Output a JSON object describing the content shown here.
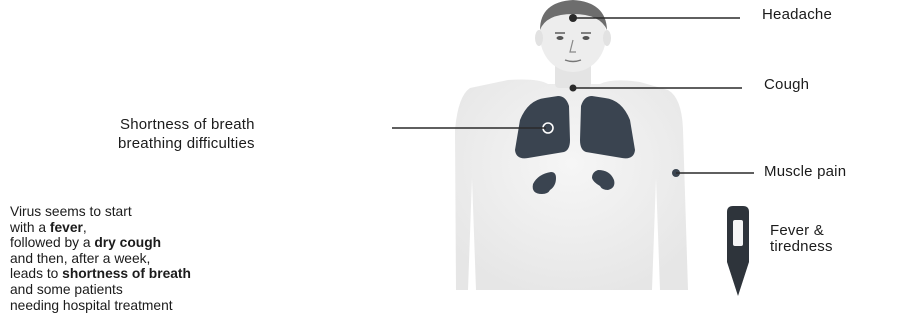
{
  "labels": {
    "headache": "Headache",
    "cough": "Cough",
    "muscle_pain": "Muscle pain",
    "fever_line1": "Fever &",
    "fever_line2": "tiredness",
    "breath_line1": "Shortness of breath",
    "breath_line2": "breathing difficulties"
  },
  "description": [
    [
      {
        "text": "Virus seems to start",
        "bold": false
      }
    ],
    [
      {
        "text": "with a ",
        "bold": false
      },
      {
        "text": "fever",
        "bold": true
      },
      {
        "text": ",",
        "bold": false
      }
    ],
    [
      {
        "text": "followed by a ",
        "bold": false
      },
      {
        "text": "dry cough",
        "bold": true
      }
    ],
    [
      {
        "text": "and then, after a week,",
        "bold": false
      }
    ],
    [
      {
        "text": "leads to ",
        "bold": false
      },
      {
        "text": "shortness of breath",
        "bold": true
      }
    ],
    [
      {
        "text": "and some patients",
        "bold": false
      }
    ],
    [
      {
        "text": "needing hospital treatment",
        "bold": false
      }
    ]
  ],
  "colors": {
    "organ": "#3a4450",
    "hair": "#6d6d6d",
    "skin": "#ececec",
    "torso": "#f2f2f2",
    "text": "#1b1b1b"
  },
  "icons": {
    "thermometer": "thermometer-icon"
  }
}
